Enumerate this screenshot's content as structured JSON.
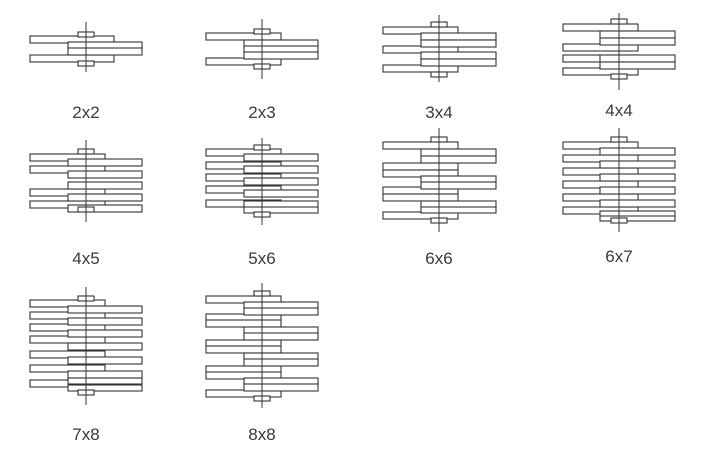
{
  "diagram": {
    "title": "",
    "items": [
      {
        "label": "2x2"
      },
      {
        "label": "2x3"
      },
      {
        "label": "3x4"
      },
      {
        "label": "4x4"
      },
      {
        "label": "4x5"
      },
      {
        "label": "5x6"
      },
      {
        "label": "6x6"
      },
      {
        "label": "6x7"
      },
      {
        "label": "7x8"
      },
      {
        "label": "8x8"
      }
    ]
  },
  "colors": {
    "stroke": "#333333",
    "background": "#ffffff",
    "label": "#3a3a3a"
  }
}
